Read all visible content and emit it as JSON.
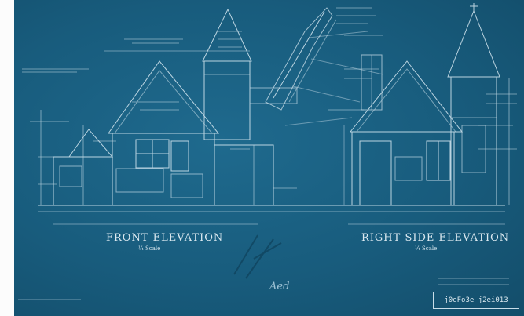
{
  "sheet": {
    "front_title": "FRONT ELEVATION",
    "front_scale": "¼ Scale",
    "side_title": "RIGHT SIDE ELEVATION",
    "side_scale": "¼ Scale",
    "signature": "Aed",
    "stamp": "j0eFo3e j2ei013"
  },
  "colors": {
    "paper": "#185c7d",
    "ink": "#dbe9f0"
  }
}
